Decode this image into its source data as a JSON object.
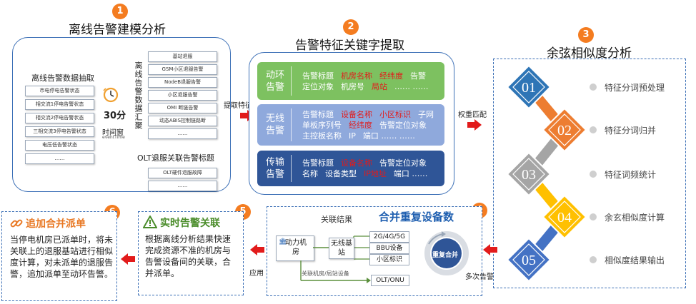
{
  "step1": {
    "num": "1",
    "title": "离线告警建模分析",
    "extract_title": "离线告警数据抽取",
    "extract_items": [
      "市电停电告警状态",
      "相交流1停电告警状态",
      "相交流2停电告警状态",
      "三相交流3停电告警状态",
      "电压低告警状态",
      "……"
    ],
    "time_value": "30分",
    "time_window": "时间窗",
    "time_sub": "eventTime",
    "vertical_label": "离线告警数据汇聚",
    "aggregate_items": [
      "基站退服",
      "GSM小区退服告警",
      "NodeB退服告警",
      "小区退服告警",
      "OMI 断链告警",
      "动态ABIS控制链路断",
      "……"
    ],
    "olt_title": "OLT退服关联告警标题",
    "olt_items": [
      "OLT硬件退服故障",
      "……"
    ]
  },
  "arrow1_label": "提取特征",
  "step2": {
    "num": "2",
    "title": "告警特征关键字提取",
    "bands": [
      {
        "label": "动环告警",
        "color": "#7dc160",
        "lines": [
          [
            {
              "t": "告警标题",
              "red": false
            },
            {
              "t": "机房名称",
              "red": true
            },
            {
              "t": "经纬度",
              "red": true
            },
            {
              "t": "告警",
              "red": false
            }
          ],
          [
            {
              "t": "定位对象",
              "red": false
            },
            {
              "t": "机房号",
              "red": false
            },
            {
              "t": "局站",
              "red": true
            },
            {
              "t": "…… ……",
              "red": false
            }
          ]
        ]
      },
      {
        "label": "无线告警",
        "color": "#8fa9dc",
        "lines": [
          [
            {
              "t": "告警标题",
              "red": false
            },
            {
              "t": "设备名称",
              "red": true
            },
            {
              "t": "小区标识",
              "red": true
            },
            {
              "t": "子网",
              "red": false
            }
          ],
          [
            {
              "t": "单板序列号",
              "red": false
            },
            {
              "t": "经纬度",
              "red": true
            },
            {
              "t": "告警定位对象",
              "red": false
            }
          ],
          [
            {
              "t": "主控板名称",
              "red": false
            },
            {
              "t": "IP",
              "red": false
            },
            {
              "t": "端口 …… ……",
              "red": false
            }
          ]
        ]
      },
      {
        "label": "传输告警",
        "color": "#2f5597",
        "lines": [
          [
            {
              "t": "告警标题",
              "red": false
            },
            {
              "t": "设备名称",
              "red": true
            },
            {
              "t": "告警定位对象",
              "red": false
            }
          ],
          [
            {
              "t": "名称",
              "red": false
            },
            {
              "t": "设备类型",
              "red": false
            },
            {
              "t": "IP地址",
              "red": true
            },
            {
              "t": "端口 ……",
              "red": false
            }
          ]
        ]
      }
    ]
  },
  "arrow2_label": "权重匹配",
  "step3": {
    "num": "3",
    "title": "余弦相似度分析",
    "steps": [
      {
        "code": "01",
        "label": "特征分词预处理",
        "color": "#2e75b6"
      },
      {
        "code": "02",
        "label": "特征分词归并",
        "color": "#ed7d31"
      },
      {
        "code": "03",
        "label": "特征词频统计",
        "color": "#a5a5a5"
      },
      {
        "code": "04",
        "label": "余玄相似度计算",
        "color": "#ffc000"
      },
      {
        "code": "05",
        "label": "相似度结果输出",
        "color": "#4472c4"
      }
    ]
  },
  "step4": {
    "num": "4",
    "title": "合并重复设备数",
    "assoc_label": "关联结果",
    "room_label": "动力机房",
    "station_label": "无线基站",
    "chips": [
      "2G/4G/5G",
      "BBU设备",
      "小区标识"
    ],
    "link_label": "关联机房/局站设备",
    "olt_chip": "OLT/ONU",
    "merge_label": "重复合并",
    "multi_label": "多次告警"
  },
  "arrow_apply_label": "应用",
  "step5": {
    "num": "5",
    "title": "实时告警关联",
    "body": "根据离线分析结果快速完成资源不准的机房与告警设备间的关联，合并派单。"
  },
  "step6": {
    "num": "6",
    "title": "追加合并派单",
    "body": "当停电机房已派单时，将未关联上的退服基站进行相似度计算，对未派单的退服告警，追加派单至动环告警。"
  }
}
